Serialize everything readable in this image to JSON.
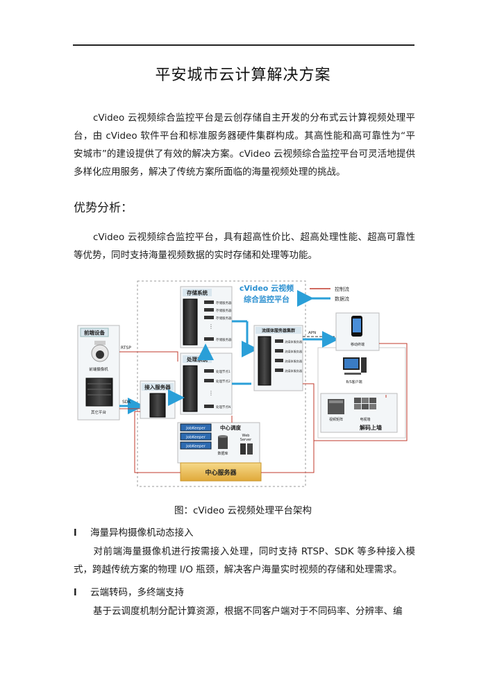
{
  "title": "平安城市云计算解决方案",
  "intro": "cVideo 云视频综合监控平台是云创存储自主开发的分布式云计算视频处理平台，由 cVideo 软件平台和标准服务器硬件集群构成。其高性能和高可靠性为“平安城市”的建设提供了有效的解决方案。cVideo 云视频综合监控平台可灵活地提供多样化应用服务，解决了传统方案所面临的海量视频处理的挑战。",
  "advantage_heading": "优势分析：",
  "advantage_text": "cVideo 云视频综合监控平台，具有超高性价比、超高处理性能、超高可靠性等优势，同时支持海量视频数据的实时存储和处理等功能。",
  "diagram": {
    "platform_title_1": "cVideo 云视频",
    "platform_title_2": "综合监控平台",
    "legend_control": "控制流",
    "legend_data": "数据流",
    "front_devices": "前端设备",
    "front_camera": "前端摄像机",
    "other_platform": "其它平台",
    "rtsp": "RTSP",
    "sdk": "SDK",
    "access_server": "接入服务器",
    "storage_system": "存储系统",
    "storage_server": "存储服务器",
    "processing_system": "处理系统",
    "node_1": "处理节点1",
    "node_2": "处理节点2",
    "node_n": "处理节点N",
    "stream_cluster": "流媒体服务器集群",
    "stream_server": "流媒体服务器",
    "apn": "APN",
    "mobile_terminal": "移动终端",
    "bs_client": "B/S客户端",
    "video_matrix": "视频矩阵",
    "tv_wall": "电视墙",
    "decode_wall": "解码上墙",
    "central_dispatch": "中心调度",
    "jobkeeper": "JobKeeper",
    "database": "数据库",
    "web_server_1": "Web",
    "web_server_2": "Server",
    "central_server": "中心服务器"
  },
  "caption": "图：cVideo 云视频处理平台架构",
  "bullet_mark": "l",
  "bullet1": "海量异构摄像机动态接入",
  "bullet1_text": "对前端海量摄像机进行按需接入处理，同时支持 RTSP、SDK 等多种接入模式，跨越传统方案的物理 I/O 瓶颈，解决客户海量实时视频的存储和处理需求。",
  "bullet2": "云端转码，多终端支持",
  "bullet2_text": "基于云调度机制分配计算资源，根据不同客户端对于不同码率、分辨率、编"
}
